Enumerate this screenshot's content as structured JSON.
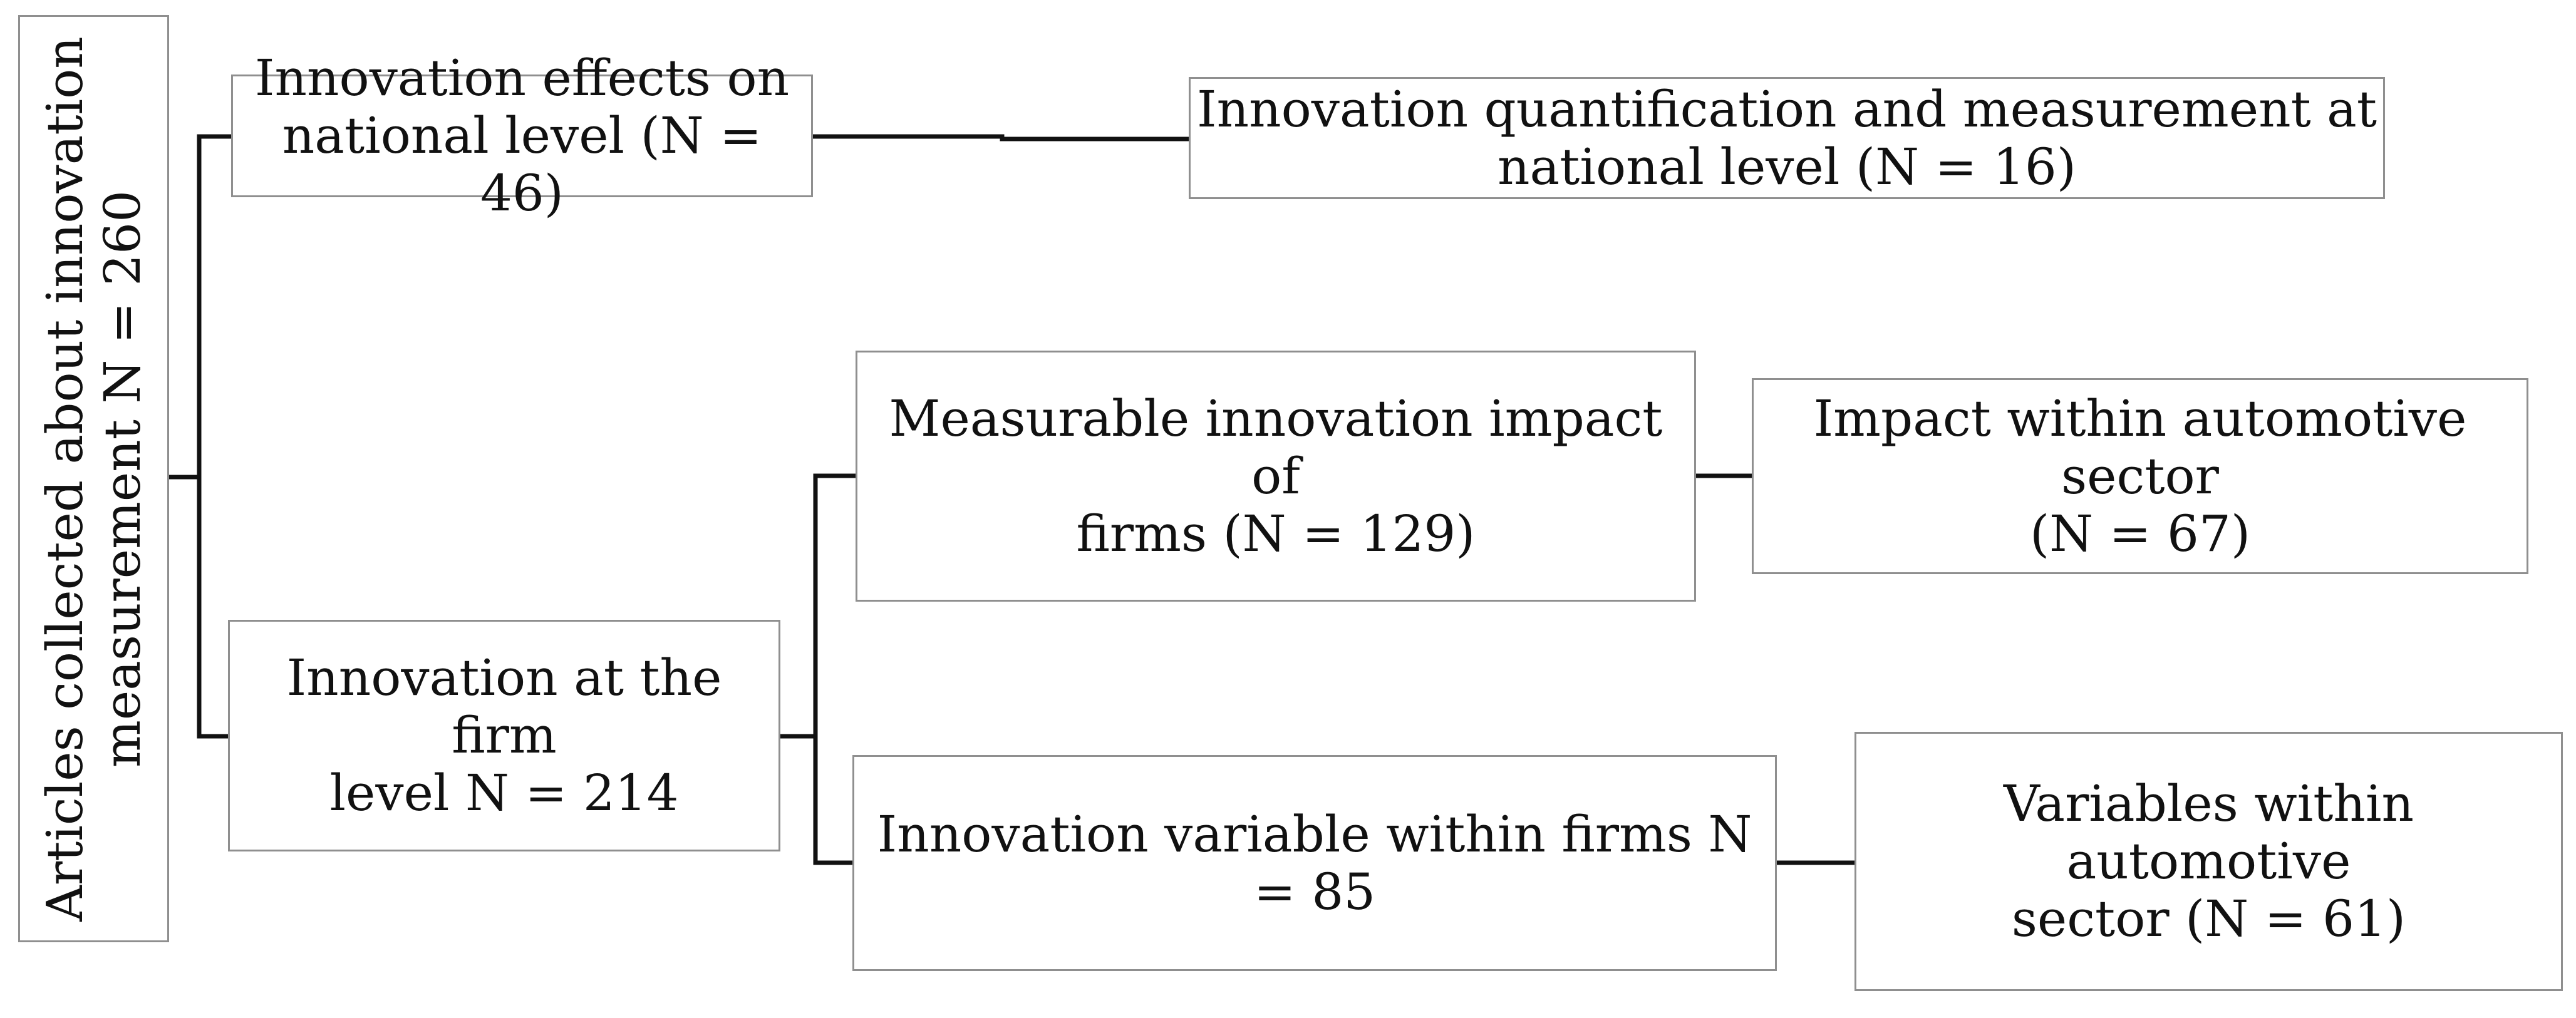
{
  "diagram": {
    "root": {
      "label": "Articles collected about innovation measurement N = 260"
    },
    "national_effects": {
      "line1": "Innovation effects on",
      "line2": "national level (N = 46)"
    },
    "national_quantification": {
      "line1": "Innovation quantification and measurement at",
      "line2": "national level (N = 16)"
    },
    "firm_level": {
      "line1": "Innovation at the firm",
      "line2": "level N = 214"
    },
    "measurable_impact": {
      "line1": "Measurable innovation impact of",
      "line2": "firms (N = 129)"
    },
    "automotive_impact": {
      "line1": "Impact within automotive sector",
      "line2": "(N = 67)"
    },
    "innovation_variable": {
      "line1": "Innovation variable within firms N = 85"
    },
    "automotive_variables": {
      "line1": "Variables within automotive",
      "line2": "sector (N = 61)"
    }
  }
}
